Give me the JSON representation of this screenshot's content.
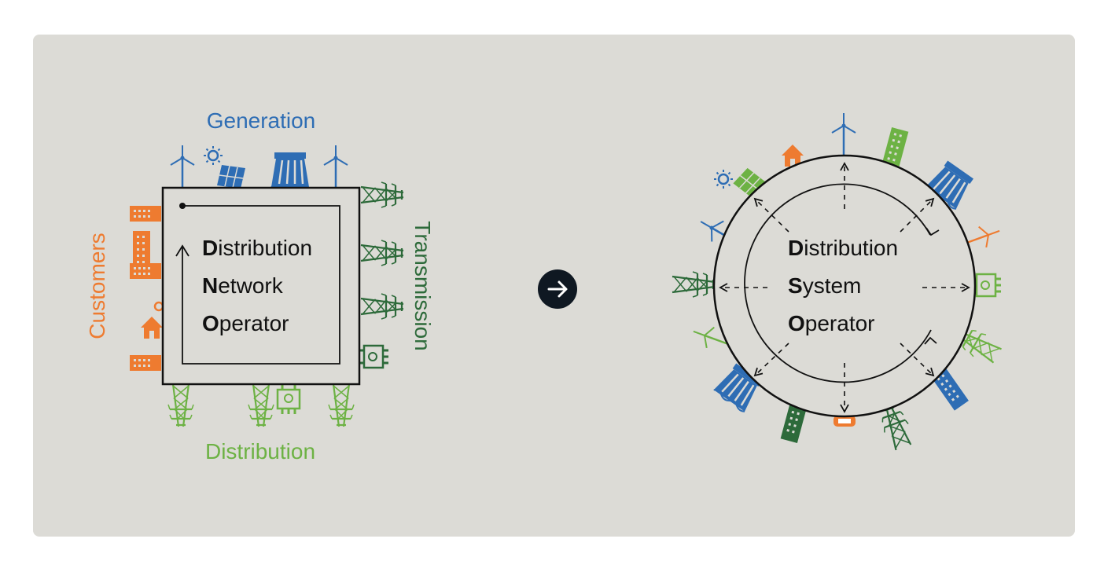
{
  "colors": {
    "generation": "#2e6db4",
    "customers": "#ee7b30",
    "transmission": "#2d6a3a",
    "distribution": "#6db244",
    "panel": "#dcdbd6",
    "ink": "#111111"
  },
  "left": {
    "labels": {
      "generation": "Generation",
      "customers": "Customers",
      "transmission": "Transmission",
      "distribution": "Distribution"
    },
    "box": {
      "lines": [
        {
          "initial": "D",
          "rest": "istribution"
        },
        {
          "initial": "N",
          "rest": "etwork"
        },
        {
          "initial": "O",
          "rest": "perator"
        }
      ]
    }
  },
  "transition": {
    "icon": "arrow-right-icon"
  },
  "right": {
    "circle": {
      "lines": [
        {
          "initial": "D",
          "rest": "istribution"
        },
        {
          "initial": "S",
          "rest": "ystem"
        },
        {
          "initial": "O",
          "rest": "perator"
        }
      ]
    }
  }
}
